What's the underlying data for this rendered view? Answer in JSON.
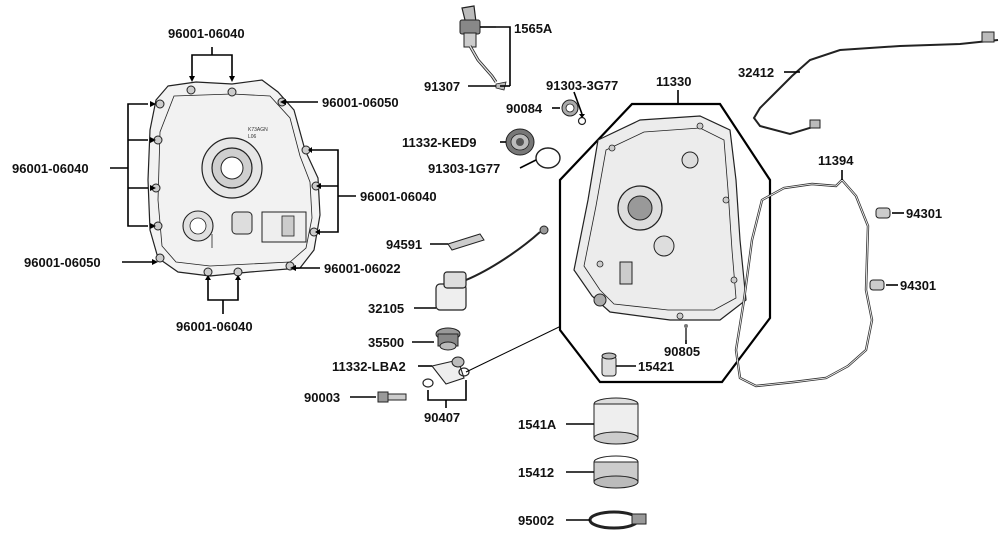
{
  "labels": {
    "l96001_06040_top": "96001-06040",
    "l96001_06050_top": "96001-06050",
    "l96001_06040_left": "96001-06040",
    "l96001_06040_right": "96001-06040",
    "l96001_06050_left": "96001-06050",
    "l96001_06022": "96001-06022",
    "l96001_06040_bottom": "96001-06040",
    "l1565A": "1565A",
    "l91307": "91307",
    "l91303_3G77": "91303-3G77",
    "l90084": "90084",
    "l11332_KED9": "11332-KED9",
    "l91303_1G77": "91303-1G77",
    "l94591": "94591",
    "l32105": "32105",
    "l35500": "35500",
    "l11332_LBA2": "11332-LBA2",
    "l90003": "90003",
    "l90407": "90407",
    "l11330": "11330",
    "l90805": "90805",
    "l15421": "15421",
    "l1541A": "1541A",
    "l15412": "15412",
    "l95002": "95002",
    "l32412": "32412",
    "l11394": "11394",
    "l94301_a": "94301",
    "l94301_b": "94301"
  },
  "cover_stamp": {
    "line1": "K73AGN",
    "line2": "L06"
  }
}
